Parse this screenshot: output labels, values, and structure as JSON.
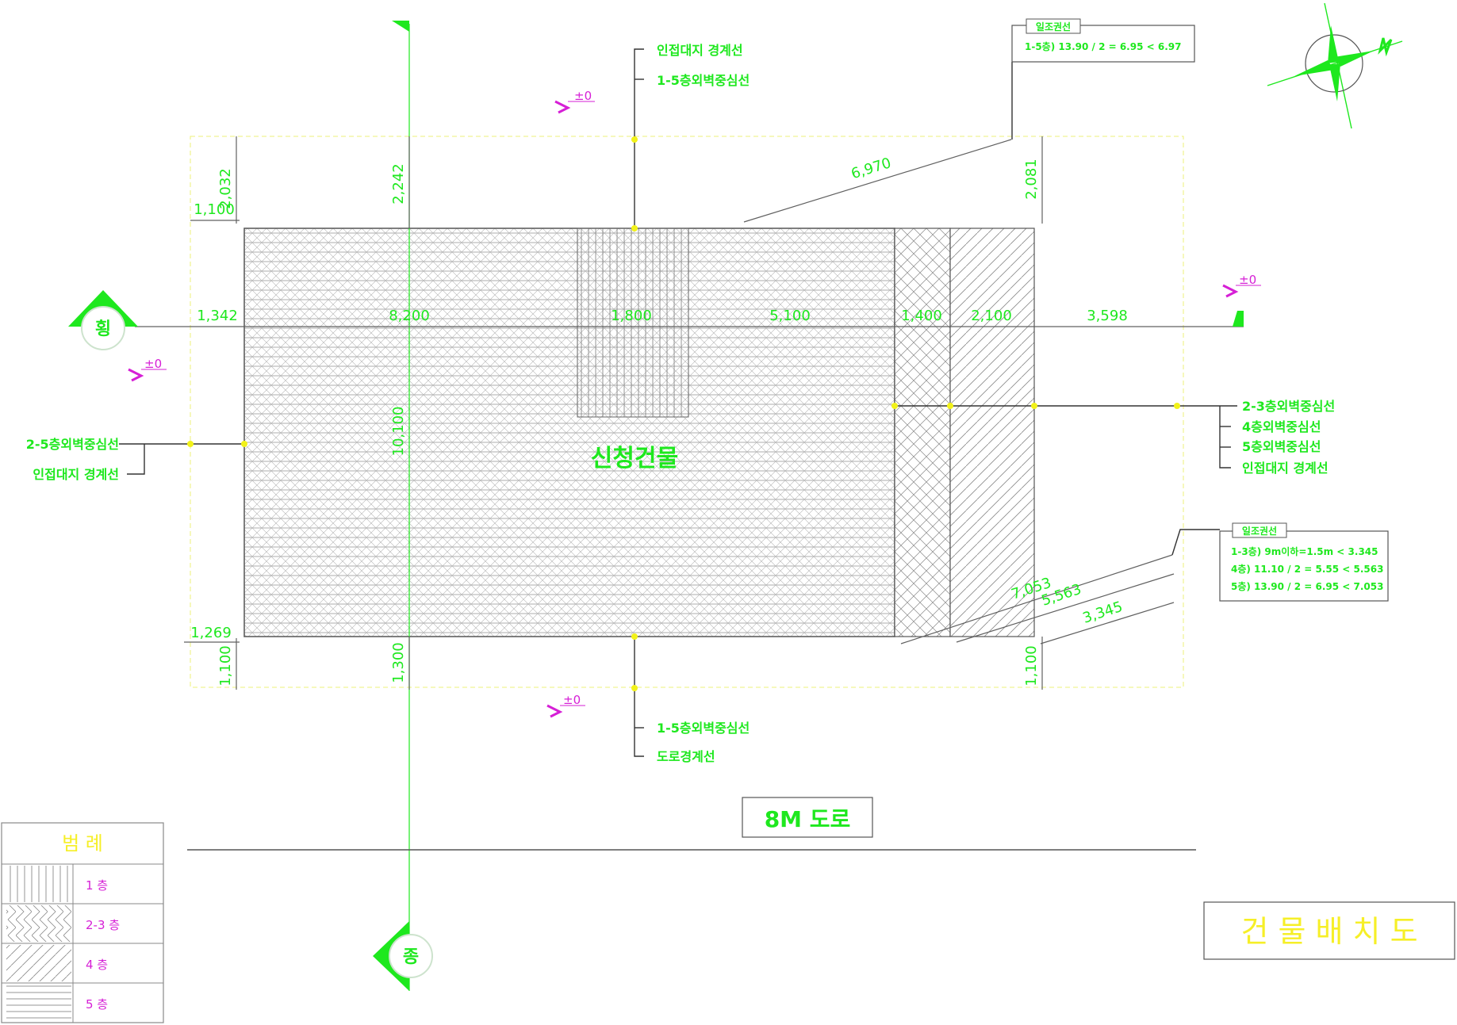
{
  "drawing_title": "건 물 배 치 도",
  "building_label": "신청건물",
  "road_label": "8M 도로",
  "section_markers": {
    "horizontal": "횡",
    "longitudinal": "종"
  },
  "level_mark": "±0",
  "top_labels": [
    "인접대지 경계선",
    "1-5층외벽중심선"
  ],
  "bottom_labels": [
    "1-5층외벽중심선",
    "도로경계선"
  ],
  "left_labels": [
    "2-5층외벽중심선",
    "인접대지 경계선"
  ],
  "right_labels": [
    "2-3층외벽중심선",
    "4층외벽중심선",
    "5층외벽중심선",
    "인접대지 경계선"
  ],
  "note_top": {
    "title": "일조권선",
    "lines": [
      "1-5층) 13.90 / 2 = 6.95 < 6.97"
    ]
  },
  "note_right": {
    "title": "일조권선",
    "lines": [
      "1-3층) 9m이하=1.5m < 3.345",
      "4층) 11.10 / 2 = 5.55 < 5.563",
      "5층) 13.90 / 2 = 6.95 < 7.053"
    ]
  },
  "dimensions": {
    "horizontal_row": [
      "1,342",
      "8,200",
      "1,800",
      "5,100",
      "1,400",
      "2,100",
      "3,598"
    ],
    "top": [
      "2,032",
      "1,100",
      "2,242",
      "2,081"
    ],
    "bottom": [
      "1,269",
      "1,100",
      "1,300",
      "1,100"
    ],
    "middle": "10,100",
    "diagonal_top": "6,970",
    "diagonal_right": [
      "7,053",
      "5,563",
      "3,345"
    ]
  },
  "legend": {
    "title": "범 례",
    "items": [
      "1 층",
      "2-3 층",
      "4 층",
      "5 층"
    ]
  },
  "colors": {
    "line_green": "#1ee81e",
    "marker_magenta": "#d61fd6",
    "title_yellow": "#f6ef27",
    "building_line": "#606060"
  }
}
